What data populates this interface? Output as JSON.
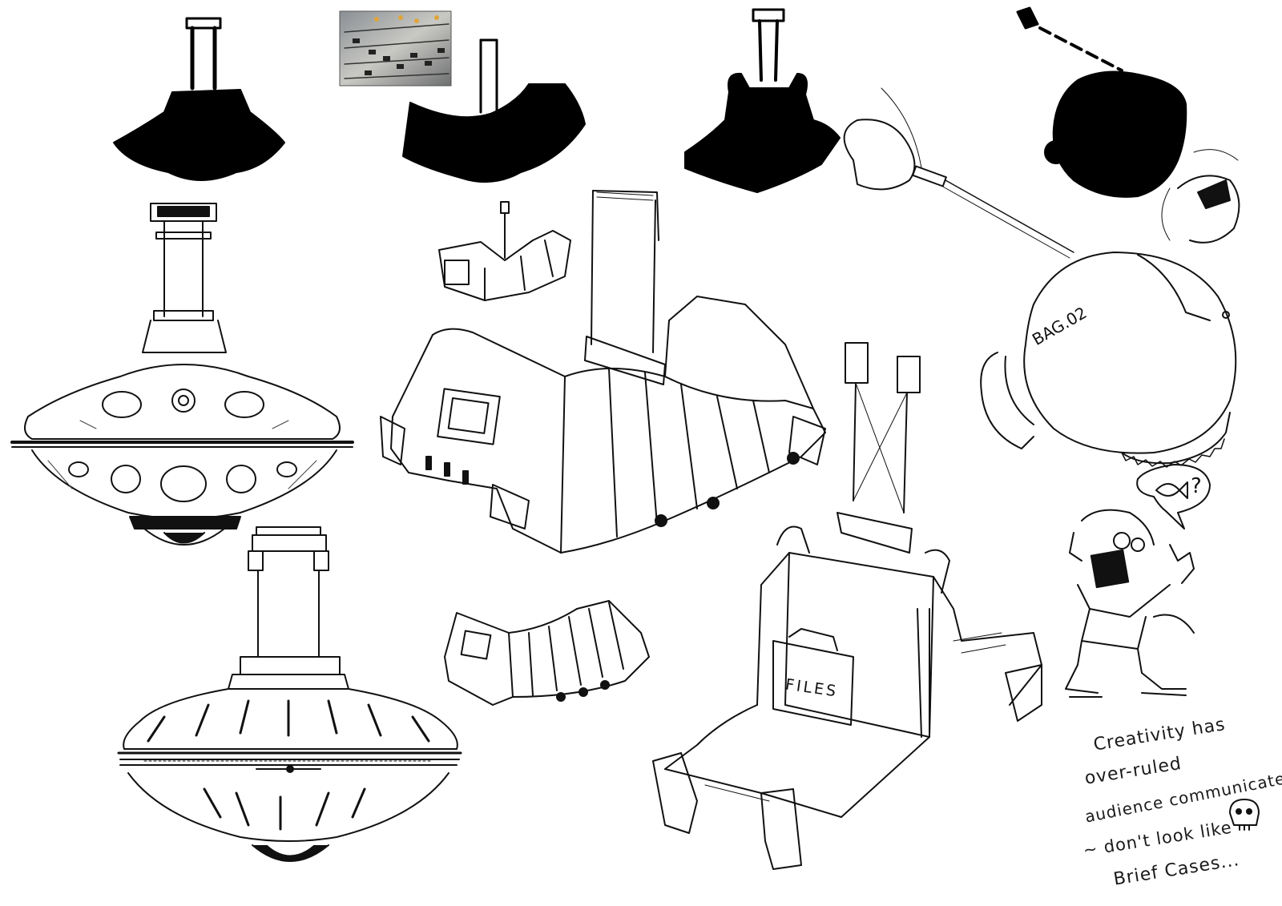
{
  "labels": {
    "files": "FILES",
    "robot_tag": "BAG.02",
    "speech_mark": "?"
  },
  "note": {
    "line1": "Creativity has",
    "line2": "over-ruled",
    "line3": "audience communicate",
    "line4": "~ don't look like",
    "line5": "Brief Cases..."
  },
  "icons": {
    "skull": "skull-icon",
    "fish": "fish-icon",
    "mixer_photo": "mixing-console-photo"
  },
  "colors": {
    "ink": "#111111",
    "paper": "#ffffff",
    "silhouette": "#000000"
  }
}
